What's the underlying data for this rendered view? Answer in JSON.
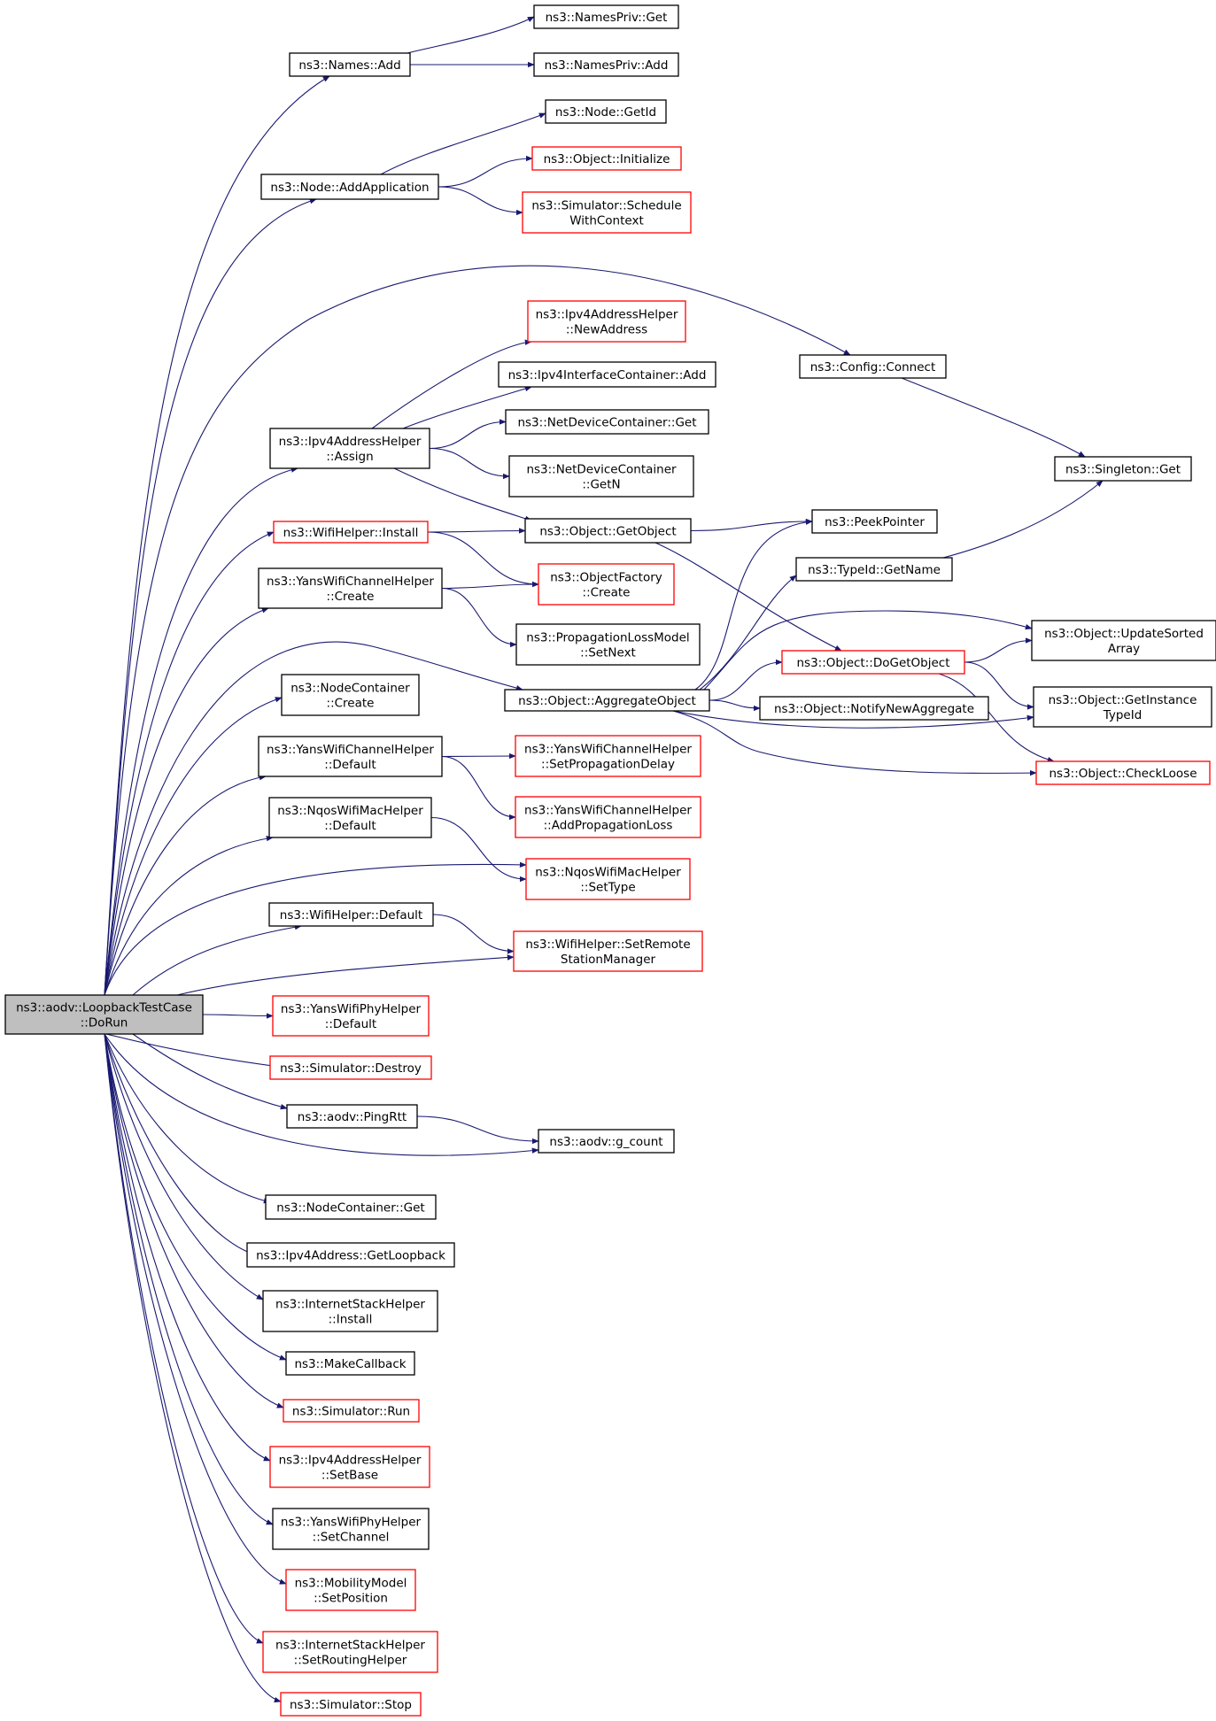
{
  "colors": {
    "background": "#ffffff",
    "edge": "#191970",
    "node_border_default": "#000000",
    "node_border_linked": "#ff0000",
    "root_fill": "#bfbfbf",
    "node_fill": "#ffffff"
  },
  "graph": {
    "type": "call-graph",
    "nodes": [
      {
        "id": "root",
        "lines": [
          "ns3::aodv::LoopbackTestCase",
          "::DoRun"
        ],
        "style": "root"
      },
      {
        "id": "names_add",
        "lines": [
          "ns3::Names::Add"
        ],
        "style": "black"
      },
      {
        "id": "namespriv_get",
        "lines": [
          "ns3::NamesPriv::Get"
        ],
        "style": "black"
      },
      {
        "id": "namespriv_add",
        "lines": [
          "ns3::NamesPriv::Add"
        ],
        "style": "black"
      },
      {
        "id": "node_getid",
        "lines": [
          "ns3::Node::GetId"
        ],
        "style": "black"
      },
      {
        "id": "node_addapp",
        "lines": [
          "ns3::Node::AddApplication"
        ],
        "style": "black"
      },
      {
        "id": "obj_initialize",
        "lines": [
          "ns3::Object::Initialize"
        ],
        "style": "red"
      },
      {
        "id": "sim_schedwc",
        "lines": [
          "ns3::Simulator::Schedule",
          "WithContext"
        ],
        "style": "red"
      },
      {
        "id": "ipv4ah_newaddr",
        "lines": [
          "ns3::Ipv4AddressHelper",
          "::NewAddress"
        ],
        "style": "red"
      },
      {
        "id": "config_connect",
        "lines": [
          "ns3::Config::Connect"
        ],
        "style": "black"
      },
      {
        "id": "ipv4ic_add",
        "lines": [
          "ns3::Ipv4InterfaceContainer::Add"
        ],
        "style": "black"
      },
      {
        "id": "ndc_get",
        "lines": [
          "ns3::NetDeviceContainer::Get"
        ],
        "style": "black"
      },
      {
        "id": "ipv4ah_assign",
        "lines": [
          "ns3::Ipv4AddressHelper",
          "::Assign"
        ],
        "style": "black"
      },
      {
        "id": "ndc_getn",
        "lines": [
          "ns3::NetDeviceContainer",
          "::GetN"
        ],
        "style": "black"
      },
      {
        "id": "singleton_get",
        "lines": [
          "ns3::Singleton::Get"
        ],
        "style": "black"
      },
      {
        "id": "wifi_install",
        "lines": [
          "ns3::WifiHelper::Install"
        ],
        "style": "red"
      },
      {
        "id": "obj_getobject",
        "lines": [
          "ns3::Object::GetObject"
        ],
        "style": "black"
      },
      {
        "id": "peekpointer",
        "lines": [
          "ns3::PeekPointer"
        ],
        "style": "black"
      },
      {
        "id": "typeid_getname",
        "lines": [
          "ns3::TypeId::GetName"
        ],
        "style": "black"
      },
      {
        "id": "yans_chan_create",
        "lines": [
          "ns3::YansWifiChannelHelper",
          "::Create"
        ],
        "style": "black"
      },
      {
        "id": "objfactory_create",
        "lines": [
          "ns3::ObjectFactory",
          "::Create"
        ],
        "style": "red"
      },
      {
        "id": "obj_updatesorted",
        "lines": [
          "ns3::Object::UpdateSorted",
          "Array"
        ],
        "style": "black"
      },
      {
        "id": "proploss_setnext",
        "lines": [
          "ns3::PropagationLossModel",
          "::SetNext"
        ],
        "style": "black"
      },
      {
        "id": "obj_dogetobject",
        "lines": [
          "ns3::Object::DoGetObject"
        ],
        "style": "red"
      },
      {
        "id": "nodecont_create",
        "lines": [
          "ns3::NodeContainer",
          "::Create"
        ],
        "style": "black"
      },
      {
        "id": "obj_aggregate",
        "lines": [
          "ns3::Object::AggregateObject"
        ],
        "style": "black"
      },
      {
        "id": "obj_notifynewagg",
        "lines": [
          "ns3::Object::NotifyNewAggregate"
        ],
        "style": "black"
      },
      {
        "id": "obj_getinstancetypeid",
        "lines": [
          "ns3::Object::GetInstance",
          "TypeId"
        ],
        "style": "black"
      },
      {
        "id": "yans_chan_default",
        "lines": [
          "ns3::YansWifiChannelHelper",
          "::Default"
        ],
        "style": "black"
      },
      {
        "id": "yans_chan_setpropdelay",
        "lines": [
          "ns3::YansWifiChannelHelper",
          "::SetPropagationDelay"
        ],
        "style": "red"
      },
      {
        "id": "obj_checkloose",
        "lines": [
          "ns3::Object::CheckLoose"
        ],
        "style": "red"
      },
      {
        "id": "nqos_default",
        "lines": [
          "ns3::NqosWifiMacHelper",
          "::Default"
        ],
        "style": "black"
      },
      {
        "id": "yans_chan_addproploss",
        "lines": [
          "ns3::YansWifiChannelHelper",
          "::AddPropagationLoss"
        ],
        "style": "red"
      },
      {
        "id": "nqos_settype",
        "lines": [
          "ns3::NqosWifiMacHelper",
          "::SetType"
        ],
        "style": "red"
      },
      {
        "id": "wifi_default",
        "lines": [
          "ns3::WifiHelper::Default"
        ],
        "style": "black"
      },
      {
        "id": "wifi_setremote",
        "lines": [
          "ns3::WifiHelper::SetRemote",
          "StationManager"
        ],
        "style": "red"
      },
      {
        "id": "yans_phy_default",
        "lines": [
          "ns3::YansWifiPhyHelper",
          "::Default"
        ],
        "style": "red"
      },
      {
        "id": "sim_destroy",
        "lines": [
          "ns3::Simulator::Destroy"
        ],
        "style": "red"
      },
      {
        "id": "aodv_pingrtt",
        "lines": [
          "ns3::aodv::PingRtt"
        ],
        "style": "black"
      },
      {
        "id": "aodv_gcount",
        "lines": [
          "ns3::aodv::g_count"
        ],
        "style": "black"
      },
      {
        "id": "nodecont_get",
        "lines": [
          "ns3::NodeContainer::Get"
        ],
        "style": "black"
      },
      {
        "id": "ipv4addr_getloopback",
        "lines": [
          "ns3::Ipv4Address::GetLoopback"
        ],
        "style": "black"
      },
      {
        "id": "inetstack_install",
        "lines": [
          "ns3::InternetStackHelper",
          "::Install"
        ],
        "style": "black"
      },
      {
        "id": "makecallback",
        "lines": [
          "ns3::MakeCallback"
        ],
        "style": "black"
      },
      {
        "id": "sim_run",
        "lines": [
          "ns3::Simulator::Run"
        ],
        "style": "red"
      },
      {
        "id": "ipv4ah_setbase",
        "lines": [
          "ns3::Ipv4AddressHelper",
          "::SetBase"
        ],
        "style": "red"
      },
      {
        "id": "yans_phy_setchannel",
        "lines": [
          "ns3::YansWifiPhyHelper",
          "::SetChannel"
        ],
        "style": "black"
      },
      {
        "id": "mobility_setpos",
        "lines": [
          "ns3::MobilityModel",
          "::SetPosition"
        ],
        "style": "red"
      },
      {
        "id": "inetstack_setrouting",
        "lines": [
          "ns3::InternetStackHelper",
          "::SetRoutingHelper"
        ],
        "style": "red"
      },
      {
        "id": "sim_stop",
        "lines": [
          "ns3::Simulator::Stop"
        ],
        "style": "red"
      }
    ],
    "edges": [
      {
        "from": "root",
        "to": "names_add"
      },
      {
        "from": "root",
        "to": "node_addapp"
      },
      {
        "from": "root",
        "to": "config_connect"
      },
      {
        "from": "root",
        "to": "ipv4ah_assign"
      },
      {
        "from": "root",
        "to": "wifi_install"
      },
      {
        "from": "root",
        "to": "yans_chan_create"
      },
      {
        "from": "root",
        "to": "obj_aggregate"
      },
      {
        "from": "root",
        "to": "nodecont_create"
      },
      {
        "from": "root",
        "to": "yans_chan_default"
      },
      {
        "from": "root",
        "to": "nqos_default"
      },
      {
        "from": "root",
        "to": "nqos_settype"
      },
      {
        "from": "root",
        "to": "wifi_default"
      },
      {
        "from": "root",
        "to": "wifi_setremote"
      },
      {
        "from": "root",
        "to": "yans_phy_default"
      },
      {
        "from": "root",
        "to": "sim_destroy"
      },
      {
        "from": "root",
        "to": "aodv_pingrtt"
      },
      {
        "from": "root",
        "to": "aodv_gcount"
      },
      {
        "from": "root",
        "to": "nodecont_get"
      },
      {
        "from": "root",
        "to": "ipv4addr_getloopback"
      },
      {
        "from": "root",
        "to": "inetstack_install"
      },
      {
        "from": "root",
        "to": "makecallback"
      },
      {
        "from": "root",
        "to": "sim_run"
      },
      {
        "from": "root",
        "to": "ipv4ah_setbase"
      },
      {
        "from": "root",
        "to": "yans_phy_setchannel"
      },
      {
        "from": "root",
        "to": "mobility_setpos"
      },
      {
        "from": "root",
        "to": "inetstack_setrouting"
      },
      {
        "from": "root",
        "to": "sim_stop"
      },
      {
        "from": "names_add",
        "to": "namespriv_get"
      },
      {
        "from": "names_add",
        "to": "namespriv_add"
      },
      {
        "from": "node_addapp",
        "to": "node_getid"
      },
      {
        "from": "node_addapp",
        "to": "obj_initialize"
      },
      {
        "from": "node_addapp",
        "to": "sim_schedwc"
      },
      {
        "from": "config_connect",
        "to": "singleton_get"
      },
      {
        "from": "ipv4ah_assign",
        "to": "ipv4ah_newaddr"
      },
      {
        "from": "ipv4ah_assign",
        "to": "ipv4ic_add"
      },
      {
        "from": "ipv4ah_assign",
        "to": "ndc_get"
      },
      {
        "from": "ipv4ah_assign",
        "to": "ndc_getn"
      },
      {
        "from": "ipv4ah_assign",
        "to": "obj_getobject"
      },
      {
        "from": "wifi_install",
        "to": "obj_getobject"
      },
      {
        "from": "wifi_install",
        "to": "objfactory_create"
      },
      {
        "from": "obj_getobject",
        "to": "peekpointer"
      },
      {
        "from": "obj_getobject",
        "to": "obj_dogetobject"
      },
      {
        "from": "typeid_getname",
        "to": "singleton_get"
      },
      {
        "from": "yans_chan_create",
        "to": "objfactory_create"
      },
      {
        "from": "yans_chan_create",
        "to": "proploss_setnext"
      },
      {
        "from": "obj_aggregate",
        "to": "peekpointer"
      },
      {
        "from": "obj_aggregate",
        "to": "typeid_getname"
      },
      {
        "from": "obj_aggregate",
        "to": "obj_updatesorted"
      },
      {
        "from": "obj_aggregate",
        "to": "obj_dogetobject"
      },
      {
        "from": "obj_aggregate",
        "to": "obj_notifynewagg"
      },
      {
        "from": "obj_aggregate",
        "to": "obj_getinstancetypeid"
      },
      {
        "from": "obj_aggregate",
        "to": "obj_checkloose"
      },
      {
        "from": "obj_dogetobject",
        "to": "obj_updatesorted"
      },
      {
        "from": "obj_dogetobject",
        "to": "obj_getinstancetypeid"
      },
      {
        "from": "obj_dogetobject",
        "to": "obj_checkloose"
      },
      {
        "from": "yans_chan_default",
        "to": "yans_chan_setpropdelay"
      },
      {
        "from": "yans_chan_default",
        "to": "yans_chan_addproploss"
      },
      {
        "from": "nqos_default",
        "to": "nqos_settype"
      },
      {
        "from": "wifi_default",
        "to": "wifi_setremote"
      },
      {
        "from": "aodv_pingrtt",
        "to": "aodv_gcount"
      }
    ]
  }
}
